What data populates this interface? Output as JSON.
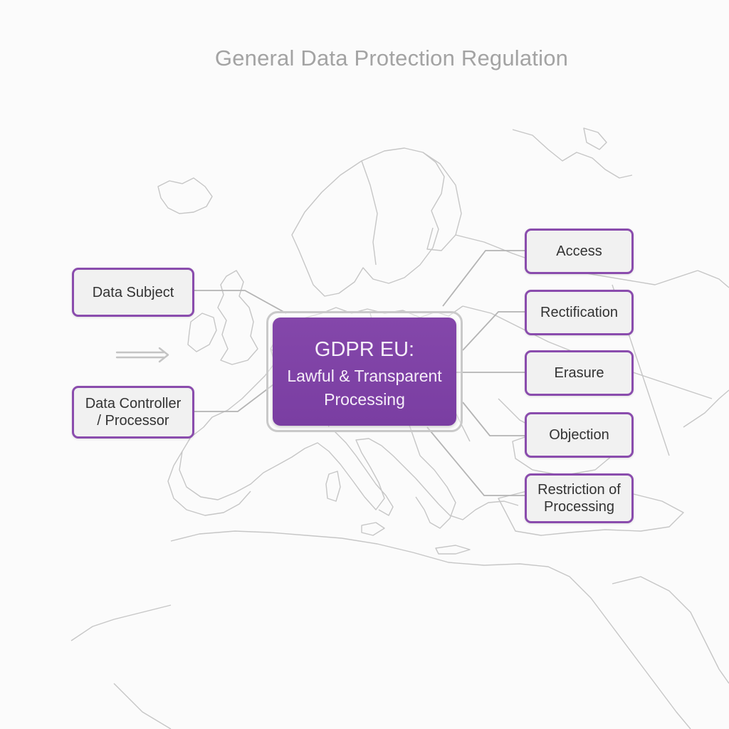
{
  "title": "General Data Protection Regulation",
  "central": {
    "line1": "GDPR EU:",
    "line2": "Lawful & Transparent",
    "line3": "Processing"
  },
  "left_nodes": [
    {
      "lines": [
        "Data Subject"
      ]
    },
    {
      "lines": [
        "Data Controller",
        "/ Processor"
      ]
    }
  ],
  "arrow_icon": "double-arrow-right",
  "right_nodes": [
    {
      "lines": [
        "Access"
      ]
    },
    {
      "lines": [
        "Rectification"
      ]
    },
    {
      "lines": [
        "Erasure"
      ]
    },
    {
      "lines": [
        "Objection"
      ]
    },
    {
      "lines": [
        "Restriction of",
        "Processing"
      ]
    }
  ],
  "colors": {
    "accent": "#7f43a6",
    "border": "#8a4cad",
    "node_fill": "#f1f1f1",
    "connector": "#b4b4b4",
    "map_line": "#c6c6c6",
    "title": "#a3a3a3"
  }
}
